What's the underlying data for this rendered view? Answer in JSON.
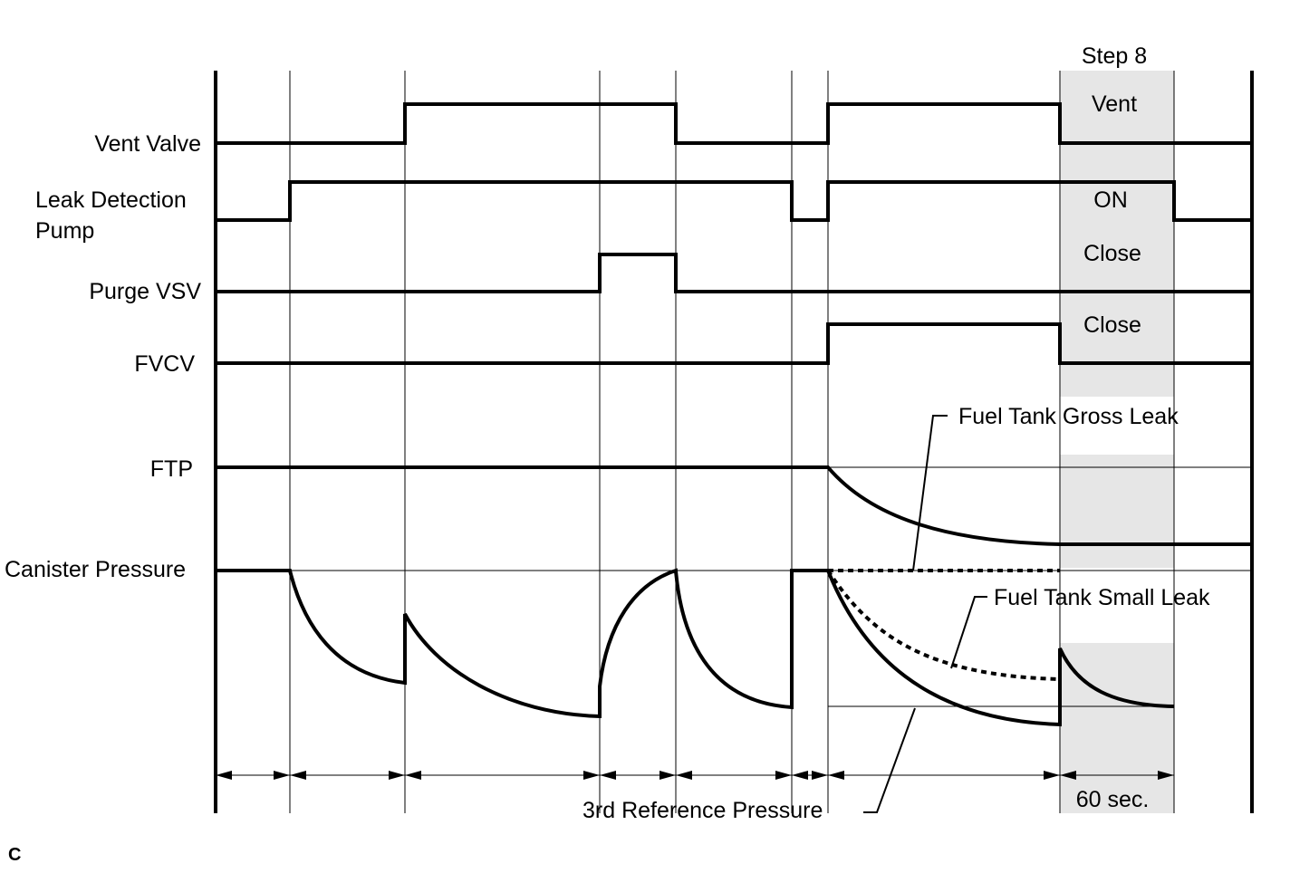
{
  "signals": {
    "vent_valve": "Vent Valve",
    "leak_pump_line1": "Leak Detection",
    "leak_pump_line2": "Pump",
    "purge_vsv": "Purge VSV",
    "fvcv": "FVCV",
    "ftp": "FTP",
    "canister_pressure": "Canister Pressure"
  },
  "step8": {
    "header": "Step 8",
    "vent_state": "Vent",
    "pump_state": "ON",
    "purge_state": "Close",
    "fvcv_state": "Close",
    "duration": "60 sec."
  },
  "annotations": {
    "gross_leak": "Fuel Tank Gross Leak",
    "small_leak": "Fuel Tank Small Leak",
    "reference": "3rd Reference Pressure"
  },
  "corner_mark": "C",
  "colors": {
    "line": "#000000",
    "step_shade": "#e6e6e6"
  }
}
